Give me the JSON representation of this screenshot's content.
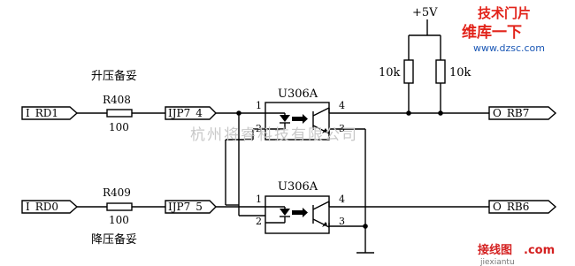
{
  "title_top": "升压备妥",
  "title_bottom": "降压备妥",
  "supply": "+5V",
  "pullups": [
    {
      "value": "10k"
    },
    {
      "value": "10k"
    }
  ],
  "channels": [
    {
      "input": "I_RD1",
      "resistor": "R408",
      "resistor_value": "100",
      "net": "IJP7_4",
      "ic": "U306A",
      "pin_anode": "1",
      "pin_cathode": "2",
      "pin_collector": "4",
      "pin_emitter": "3",
      "output": "O_RB7"
    },
    {
      "input": "I_RD0",
      "resistor": "R409",
      "resistor_value": "100",
      "net": "IJP7_5",
      "ic": "U306A",
      "pin_anode": "1",
      "pin_cathode": "2",
      "pin_collector": "4",
      "pin_emitter": "3",
      "output": "O_RB6"
    }
  ],
  "watermarks": {
    "center": "杭州将睿科技有限公司",
    "logo_top": "技术门片",
    "logo_brand": "维库一下",
    "logo_url": "www.dzsc.com",
    "bottom_brand": "接线图",
    "bottom_com": ".com",
    "bottom_url": "jiexiantu"
  },
  "colors": {
    "line": "#000000",
    "watermark_gray": "#c8c8c8",
    "logo_red": "#e2231a",
    "logo_blue": "#1a57b5",
    "bottom_red": "#d42020",
    "bottom_gray": "#777777"
  }
}
